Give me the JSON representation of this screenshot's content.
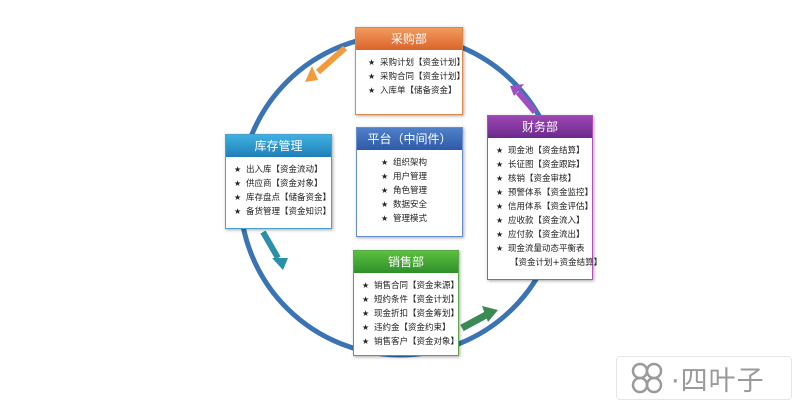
{
  "colors": {
    "ring": "#3a74b4",
    "arrow_purchase": "#f39a3c",
    "arrow_finance": "#9d4fc0",
    "arrow_inventory": "#2a8fa8",
    "arrow_sales": "#3a8a55"
  },
  "icons": {
    "arrow": "cycle-arrow-icon",
    "star": "star-icon",
    "logo": "clover-logo-icon"
  },
  "purchase": {
    "title": "采购部",
    "items": [
      "采购计划【资金计划】",
      "采购合同【资金计划】",
      "入库单【储备资金】"
    ]
  },
  "platform": {
    "title": "平台（中间件）",
    "items": [
      "组织架构",
      "用户管理",
      "角色管理",
      "数据安全",
      "管理模式"
    ]
  },
  "inventory": {
    "title": "库存管理",
    "items": [
      "出入库【资金流动】",
      "供应商【资金对象】",
      "库存盘点【储备资金】",
      "备货管理【资金知识】"
    ]
  },
  "sales": {
    "title": "销售部",
    "items": [
      "销售合同【资金来源】",
      "短约条件【资金计划】",
      "现金折扣【资金筹划】",
      "违约金【资金约束】",
      "销售客户【资金对象】"
    ]
  },
  "finance": {
    "title": "财务部",
    "items": [
      "现金池【资金结算】",
      "长征图【资金跟踪】",
      "核销【资金审核】",
      "预警体系【资金监控】",
      "信用体系【资金评估】",
      "应收款【资金流入】",
      "应付款【资金流出】",
      "现金流量动态平衡表"
    ],
    "continuation": "【资金计划+资金结算】"
  },
  "watermark": {
    "text": "·四叶子"
  },
  "star_char": "★"
}
